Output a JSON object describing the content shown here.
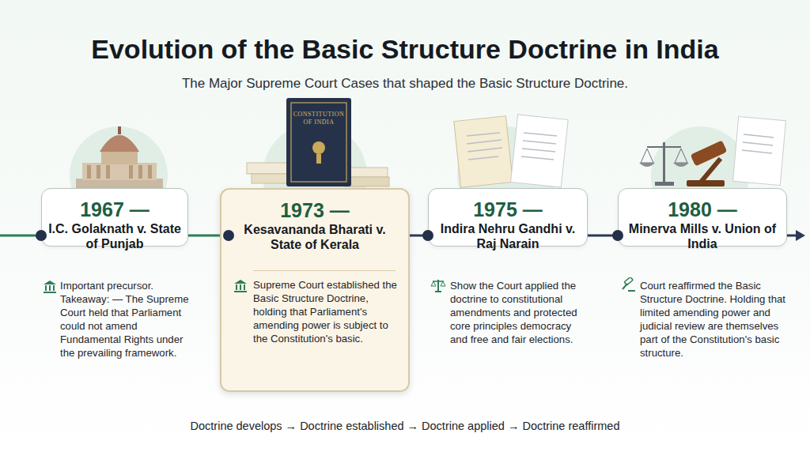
{
  "diagram": {
    "title": "Evolution of the Basic Structure Doctrine in India",
    "nodes": [
      {
        "text": [
          "1967 —",
          "I.C. Golaknath v. State of Punjab",
          "Important precursor. Takeaway: — The Supreme Court held that Parliament could not amend Fundamental Rights under the prevailing framework."
        ]
      },
      {
        "text": [
          "1973 —",
          "Kesavananda Bharati v. State of Kerala",
          "Supreme Court established the Basic Structure Doctrine, holding that Parliament's amending power is subject to the Constitution's basic."
        ]
      },
      {
        "text": [
          "1975 —",
          "Indira Nehru Gandhi v. Raj Narain",
          "Show the Court applied the doctrine to constitutional amendments and protected core principles democracy and free and fair elections."
        ]
      },
      {
        "text": [
          "1980 —",
          "Minerva Mills v. Union of India",
          "Court reaffirmed the Basic Structure Doctrine. Holding that limited amending power and judicial review are themselves part of the Constitution's basic structure."
        ]
      }
    ],
    "edges": [
      {
        "from": 0,
        "to": 1,
        "arrow": "none"
      },
      {
        "from": 1,
        "to": 2,
        "arrow": "none"
      },
      {
        "from": 2,
        "to": 3,
        "arrow": "none"
      }
    ],
    "labels": [
      "The Major Supreme Court Cases that shaped the Basic Structure Doctrine.",
      "CONSTITUTION OF INDIA",
      "Doctrine develops → Doctrine established → Doctrine applied → Doctrine reaffirmed"
    ]
  }
}
